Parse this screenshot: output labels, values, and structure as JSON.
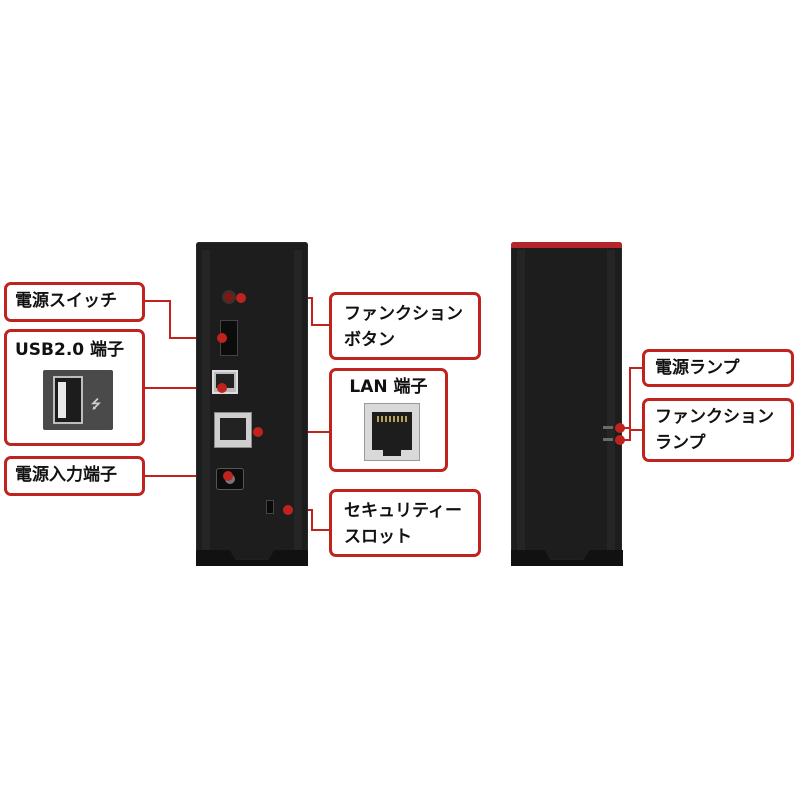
{
  "labels": {
    "power_switch": "電源スイッチ",
    "usb_port": "USB2.0 端子",
    "power_input": "電源入力端子",
    "function_button_line1": "ファンクション",
    "function_button_line2": "ボタン",
    "lan_port": "LAN 端子",
    "security_slot_line1": "セキュリティー",
    "security_slot_line2": "スロット",
    "power_lamp": "電源ランプ",
    "function_lamp_line1": "ファンクション",
    "function_lamp_line2": "ランプ"
  },
  "colors": {
    "accent": "#c0231d",
    "device_body": "#1d1d1d",
    "front_top_stripe": "#b5262a"
  },
  "icons": {
    "usb_symbol": "usb-trident-icon"
  }
}
